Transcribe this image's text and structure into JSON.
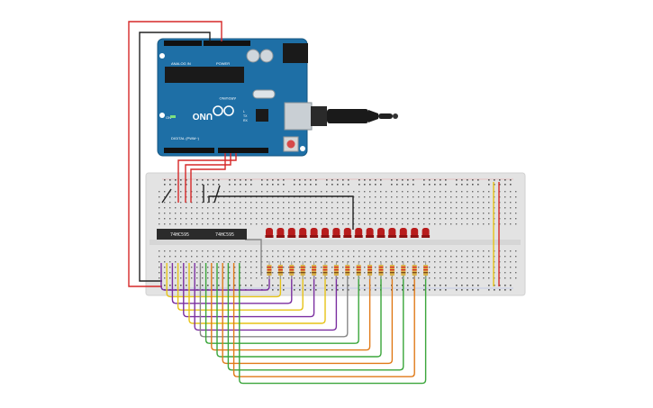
{
  "arduino": {
    "model": "UNO",
    "brand": "ARDUINO",
    "header_analog": "ANALOG IN",
    "header_power": "POWER",
    "header_digital": "DIGITAL (PWM~)",
    "on_label": "ON",
    "tx_label": "TX",
    "rx_label": "RX",
    "l_label": "L"
  },
  "chips": [
    {
      "label": "74HC595"
    },
    {
      "label": "74HC595"
    }
  ],
  "led_count": 15,
  "colors": {
    "board": "#1e6fa6",
    "breadboard": "#e3e3e3",
    "chip": "#2b2b2b",
    "led": "#b81c1c",
    "resistor": "#d9b24a",
    "wire_red": "#d62828",
    "wire_black": "#222222",
    "wire_purple": "#7b2fa0",
    "wire_yellow": "#e6c317",
    "wire_green": "#3aa53a",
    "wire_orange": "#e07a18",
    "wire_gray": "#888888"
  },
  "icons": [
    "usb-cable-icon",
    "reset-button-icon",
    "arduino-logo-icon"
  ]
}
